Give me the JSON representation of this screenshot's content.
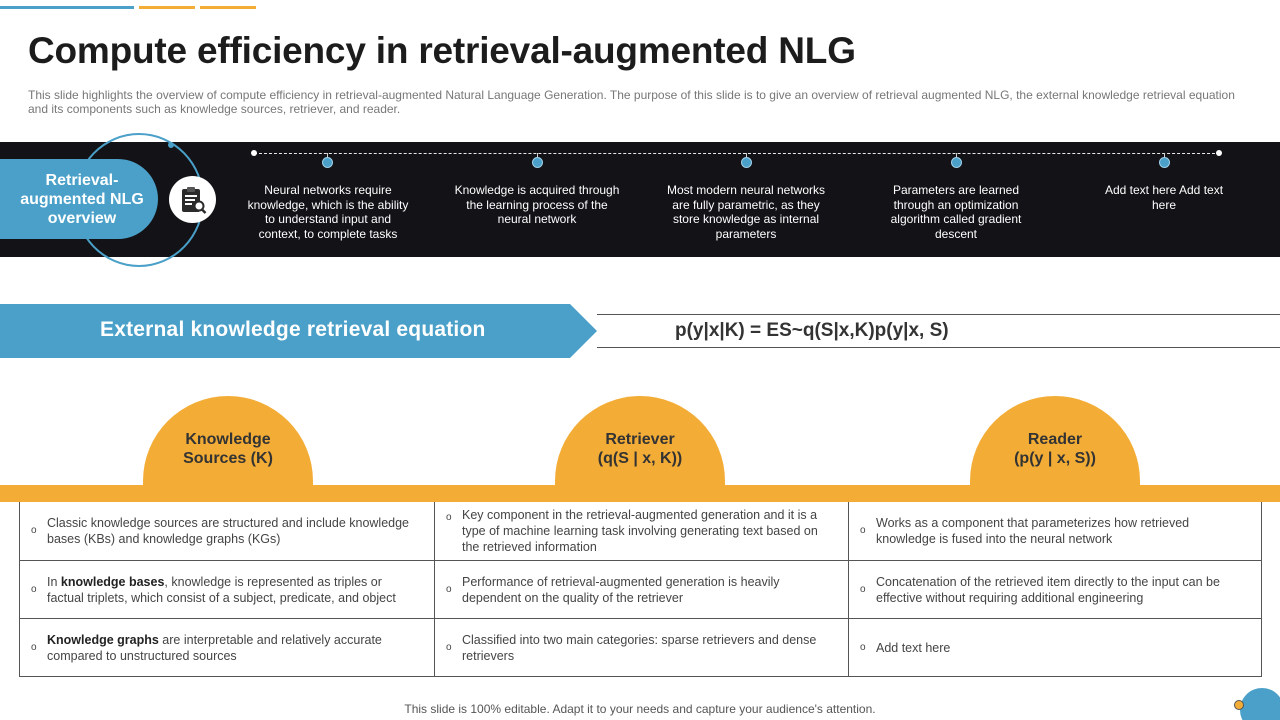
{
  "title": "Compute efficiency in retrieval-augmented NLG",
  "subtitle": "This slide highlights the overview of compute efficiency in retrieval-augmented Natural Language Generation. The purpose of this slide is to give an overview of retrieval augmented NLG, the external knowledge retrieval equation and its components such as knowledge sources, retriever, and reader.",
  "overview": {
    "label": "Retrieval-augmented NLG overview",
    "icon": "clipboard-search-icon",
    "points": [
      "Neural networks require knowledge, which is the ability to understand input and context, to complete tasks",
      "Knowledge is acquired through the learning process of the neural network",
      "Most modern neural networks are fully parametric, as they store knowledge as internal parameters",
      "Parameters are learned through an optimization algorithm called gradient descent",
      "Add text here Add text here"
    ]
  },
  "equation": {
    "label": "External knowledge retrieval equation",
    "formula": "p(y|x|K) = ES~q(S|x,K)p(y|x, S)"
  },
  "components": [
    {
      "title_line1": "Knowledge",
      "title_line2": "Sources (K)",
      "rows": [
        {
          "pre": "",
          "bold": "",
          "post": "Classic knowledge sources are structured and include knowledge bases (KBs) and knowledge graphs (KGs)"
        },
        {
          "pre": "In ",
          "bold": "knowledge bases",
          "post": ", knowledge is represented as triples or factual triplets, which consist of a subject, predicate, and object"
        },
        {
          "pre": "",
          "bold": "Knowledge graphs",
          "post": " are interpretable and relatively accurate compared to unstructured sources"
        }
      ]
    },
    {
      "title_line1": "Retriever",
      "title_line2": "(q(S | x, K))",
      "rows": [
        {
          "pre": "",
          "bold": "",
          "post": "Key component in the retrieval-augmented generation and it is a type of machine learning task involving generating text based on the retrieved information"
        },
        {
          "pre": "",
          "bold": "",
          "post": "Performance of retrieval-augmented generation is heavily dependent on the quality of the retriever"
        },
        {
          "pre": "",
          "bold": "",
          "post": "Classified into two main categories: sparse retrievers and dense retrievers"
        }
      ]
    },
    {
      "title_line1": "Reader",
      "title_line2": "(p(y | x, S))",
      "rows": [
        {
          "pre": "",
          "bold": "",
          "post": "Works as a component that parameterizes how retrieved knowledge is fused into the neural network"
        },
        {
          "pre": "",
          "bold": "",
          "post": "Concatenation of the retrieved item directly to the input can be effective without requiring additional engineering"
        },
        {
          "pre": "",
          "bold": "",
          "post": "Add text here"
        }
      ]
    }
  ],
  "bullet_symbol": "o",
  "footer": "This slide is 100% editable. Adapt it to your needs and capture your audience's attention.",
  "colors": {
    "accent_blue": "#4aa0c8",
    "accent_orange": "#f3ad36",
    "band_black": "#121217"
  }
}
